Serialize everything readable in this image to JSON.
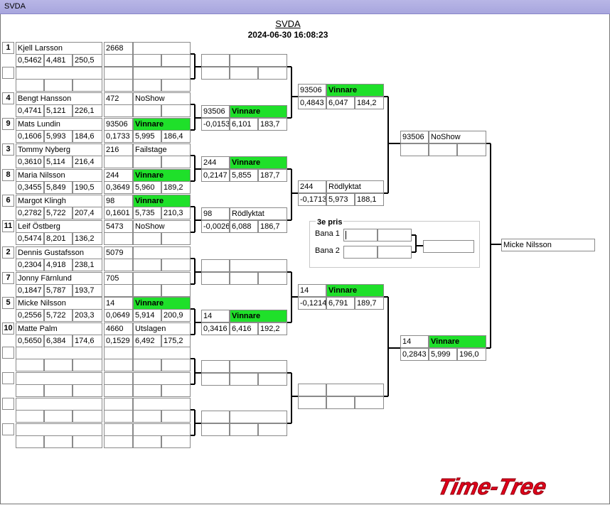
{
  "window": {
    "title": "SVDA"
  },
  "header": {
    "title": "SVDA",
    "datetime": "2024-06-30 16:08:23"
  },
  "round1": [
    {
      "seed": "1",
      "name": "Kjell Larsson",
      "stats": [
        "0,5462",
        "4,481",
        "250,5"
      ],
      "id": "2668",
      "status": "",
      "win": false
    },
    {
      "seed": "",
      "name": "",
      "stats": [
        "",
        "",
        ""
      ],
      "id": "",
      "status": "",
      "win": false
    },
    {
      "seed": "4",
      "name": "Bengt Hansson",
      "stats": [
        "0,4741",
        "5,121",
        "226,1"
      ],
      "id": "472",
      "status": "NoShow",
      "win": false
    },
    {
      "seed": "9",
      "name": "Mats Lundin",
      "stats": [
        "0,1606",
        "5,993",
        "184,6"
      ],
      "id": "93506",
      "status": "Vinnare",
      "win": true,
      "rstats": [
        "0,1733",
        "5,995",
        "186,4"
      ]
    },
    {
      "seed": "3",
      "name": "Tommy Nyberg",
      "stats": [
        "0,3610",
        "5,114",
        "216,4"
      ],
      "id": "216",
      "status": "Failstage",
      "win": false
    },
    {
      "seed": "8",
      "name": "Maria Nilsson",
      "stats": [
        "0,3455",
        "5,849",
        "190,5"
      ],
      "id": "244",
      "status": "Vinnare",
      "win": true,
      "rstats": [
        "0,3649",
        "5,960",
        "189,2"
      ]
    },
    {
      "seed": "6",
      "name": "Margot Klingh",
      "stats": [
        "0,2782",
        "5,722",
        "207,4"
      ],
      "id": "98",
      "status": "Vinnare",
      "win": true,
      "rstats": [
        "0,1601",
        "5,735",
        "210,3"
      ]
    },
    {
      "seed": "11",
      "name": "Leif Östberg",
      "stats": [
        "0,5474",
        "8,201",
        "136,2"
      ],
      "id": "5473",
      "status": "NoShow",
      "win": false
    },
    {
      "seed": "2",
      "name": "Dennis Gustafsson",
      "stats": [
        "0,2304",
        "4,918",
        "238,1"
      ],
      "id": "5079",
      "status": "",
      "win": false
    },
    {
      "seed": "7",
      "name": "Jonny Färnlund",
      "stats": [
        "0,1847",
        "5,787",
        "193,7"
      ],
      "id": "705",
      "status": "",
      "win": false
    },
    {
      "seed": "5",
      "name": "Micke Nilsson",
      "stats": [
        "0,2556",
        "5,722",
        "203,3"
      ],
      "id": "14",
      "status": "Vinnare",
      "win": true,
      "rstats": [
        "0,0649",
        "5,914",
        "200,9"
      ]
    },
    {
      "seed": "10",
      "name": "Matte Palm",
      "stats": [
        "0,5650",
        "6,384",
        "174,6"
      ],
      "id": "4660",
      "status": "Utslagen",
      "win": false,
      "rstats": [
        "0,1529",
        "6,492",
        "175,2"
      ]
    },
    {
      "seed": "",
      "name": "",
      "stats": [
        "",
        "",
        ""
      ],
      "id": "",
      "status": "",
      "win": false
    },
    {
      "seed": "",
      "name": "",
      "stats": [
        "",
        "",
        ""
      ],
      "id": "",
      "status": "",
      "win": false
    },
    {
      "seed": "",
      "name": "",
      "stats": [
        "",
        "",
        ""
      ],
      "id": "",
      "status": "",
      "win": false
    },
    {
      "seed": "",
      "name": "",
      "stats": [
        "",
        "",
        ""
      ],
      "id": "",
      "status": "",
      "win": false
    }
  ],
  "round2": [
    {
      "id": "",
      "status": "",
      "win": false,
      "stats": [
        "",
        "",
        ""
      ]
    },
    {
      "id": "93506",
      "status": "Vinnare",
      "win": true,
      "stats": [
        "-0,0153",
        "6,101",
        "183,7"
      ]
    },
    {
      "id": "244",
      "status": "Vinnare",
      "win": true,
      "stats": [
        "0,2147",
        "5,855",
        "187,7"
      ]
    },
    {
      "id": "98",
      "status": "Rödlyktat",
      "win": false,
      "stats": [
        "-0,0026",
        "6,088",
        "186,7"
      ]
    },
    {
      "id": "",
      "status": "",
      "win": false,
      "stats": [
        "",
        "",
        ""
      ]
    },
    {
      "id": "14",
      "status": "Vinnare",
      "win": true,
      "stats": [
        "0,3416",
        "6,416",
        "192,2"
      ]
    },
    {
      "id": "",
      "status": "",
      "win": false,
      "stats": [
        "",
        "",
        ""
      ]
    },
    {
      "id": "",
      "status": "",
      "win": false,
      "stats": [
        "",
        "",
        ""
      ]
    }
  ],
  "round3": [
    {
      "id": "93506",
      "status": "Vinnare",
      "win": true,
      "stats": [
        "0,4843",
        "6,047",
        "184,2"
      ]
    },
    {
      "id": "244",
      "status": "Rödlyktat",
      "win": false,
      "stats": [
        "-0,1713",
        "5,973",
        "188,1"
      ]
    },
    {
      "id": "14",
      "status": "Vinnare",
      "win": true,
      "stats": [
        "-0,1214",
        "6,791",
        "189,7"
      ]
    },
    {
      "id": "",
      "status": "",
      "win": false,
      "stats": [
        "",
        "",
        ""
      ]
    }
  ],
  "round4": [
    {
      "id": "93506",
      "status": "NoShow",
      "win": false,
      "stats": [
        "",
        "",
        ""
      ]
    },
    {
      "id": "14",
      "status": "Vinnare",
      "win": true,
      "stats": [
        "0,2843",
        "5,999",
        "196,0"
      ]
    }
  ],
  "final": {
    "name": "Micke Nilsson"
  },
  "third_place": {
    "title": "3e pris",
    "lane1": "Bana 1",
    "lane2": "Bana 2"
  },
  "logo": {
    "text": "Time-Tree",
    "color": "#e0001a"
  },
  "colors": {
    "winner": "#1fe02a",
    "titlebar": "#b0aee2"
  }
}
